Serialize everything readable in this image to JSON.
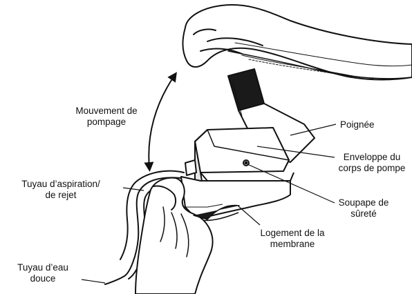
{
  "labels": {
    "pumping_motion": [
      "Mouvement de",
      "pompage"
    ],
    "handle": "Poignée",
    "pump_body_casing": [
      "Enveloppe du",
      "corps de pompe"
    ],
    "intake_reject_hose": [
      "Tuyau d’aspiration/",
      "de rejet"
    ],
    "relief_valve": [
      "Soupape de",
      "sûreté"
    ],
    "membrane_housing": [
      "Logement de la",
      "membrane"
    ],
    "fresh_water_hose": [
      "Tuyau d’eau",
      "douce"
    ]
  }
}
